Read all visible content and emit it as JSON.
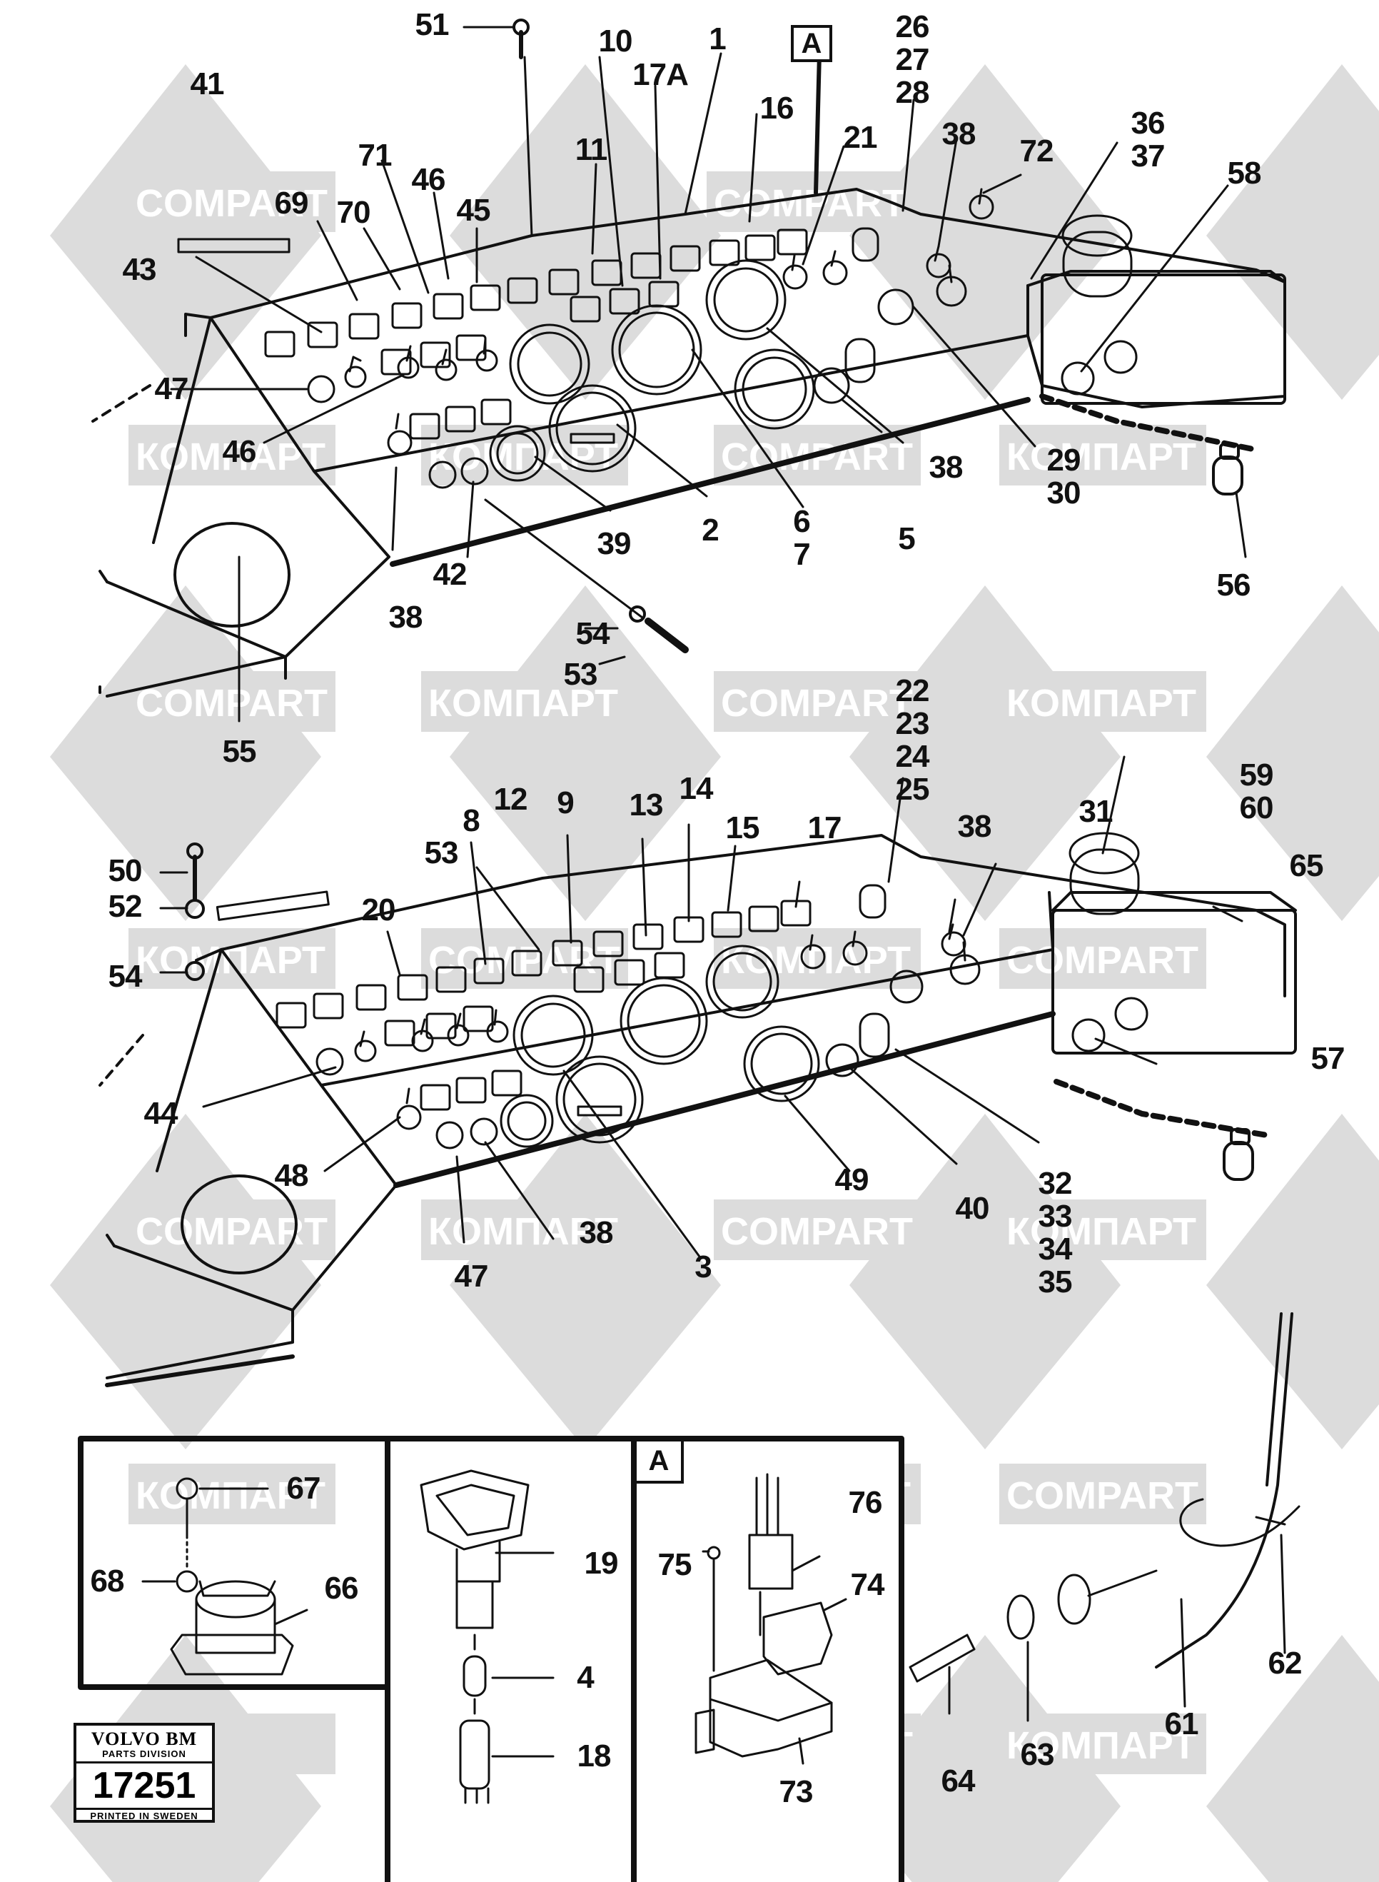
{
  "diagram": {
    "title": "Instrument panel exploded parts diagram",
    "watermark": {
      "texts": [
        "COMPART",
        "КОМПАРТ"
      ],
      "color": "#dcdcdc"
    },
    "detail_marker": "A",
    "upper_panel_labels": [
      "51",
      "10",
      "1",
      "17A",
      "A",
      "26",
      "27",
      "28",
      "41",
      "16",
      "11",
      "21",
      "38",
      "72",
      "36",
      "37",
      "58",
      "71",
      "46",
      "69",
      "70",
      "45",
      "43",
      "47",
      "46",
      "38",
      "29",
      "30",
      "6",
      "7",
      "5",
      "2",
      "39",
      "42",
      "38",
      "56",
      "54",
      "53",
      "55"
    ],
    "lower_panel_labels": [
      "22",
      "23",
      "24",
      "25",
      "59",
      "60",
      "65",
      "8",
      "12",
      "9",
      "13",
      "14",
      "15",
      "17",
      "38",
      "31",
      "53",
      "50",
      "52",
      "20",
      "54",
      "44",
      "57",
      "48",
      "38",
      "47",
      "3",
      "49",
      "40",
      "32",
      "33",
      "34",
      "35"
    ],
    "inset_labels": [
      "67",
      "68",
      "66",
      "19",
      "4",
      "18",
      "A",
      "76",
      "75",
      "74",
      "73",
      "64",
      "63",
      "61",
      "62"
    ],
    "badge": {
      "brand": "VOLVO BM",
      "division": "PARTS DIVISION",
      "number": "17251",
      "footer": "PRINTED IN SWEDEN"
    }
  },
  "labels": {
    "l51": "51",
    "l10": "10",
    "l1": "1",
    "l17A": "17A",
    "l26": "26",
    "l27": "27",
    "l28": "28",
    "l41": "41",
    "l16": "16",
    "l11": "11",
    "l21": "21",
    "l38a": "38",
    "l72": "72",
    "l36": "36",
    "l37": "37",
    "l58": "58",
    "l71": "71",
    "l46a": "46",
    "l69": "69",
    "l70": "70",
    "l45": "45",
    "l43": "43",
    "l47a": "47",
    "l46b": "46",
    "l38b": "38",
    "l29": "29",
    "l30": "30",
    "l6": "6",
    "l7": "7",
    "l5": "5",
    "l2": "2",
    "l39": "39",
    "l42": "42",
    "l38c": "38",
    "l56": "56",
    "l54a": "54",
    "l53a": "53",
    "l55": "55",
    "l22": "22",
    "l23": "23",
    "l24": "24",
    "l25": "25",
    "l59": "59",
    "l60": "60",
    "l65": "65",
    "l8": "8",
    "l12": "12",
    "l9": "9",
    "l13": "13",
    "l14": "14",
    "l15": "15",
    "l17": "17",
    "l38d": "38",
    "l31": "31",
    "l53b": "53",
    "l50": "50",
    "l52": "52",
    "l20": "20",
    "l54b": "54",
    "l44": "44",
    "l57": "57",
    "l48": "48",
    "l38e": "38",
    "l47b": "47",
    "l3": "3",
    "l49": "49",
    "l40": "40",
    "l32": "32",
    "l33": "33",
    "l34": "34",
    "l35": "35",
    "l67": "67",
    "l68": "68",
    "l66": "66",
    "l19": "19",
    "l4": "4",
    "l18": "18",
    "l76": "76",
    "l75": "75",
    "l74": "74",
    "l73": "73",
    "l64": "64",
    "l63": "63",
    "l61": "61",
    "l62": "62",
    "boxA_top": "A",
    "boxA_inset": "A"
  }
}
